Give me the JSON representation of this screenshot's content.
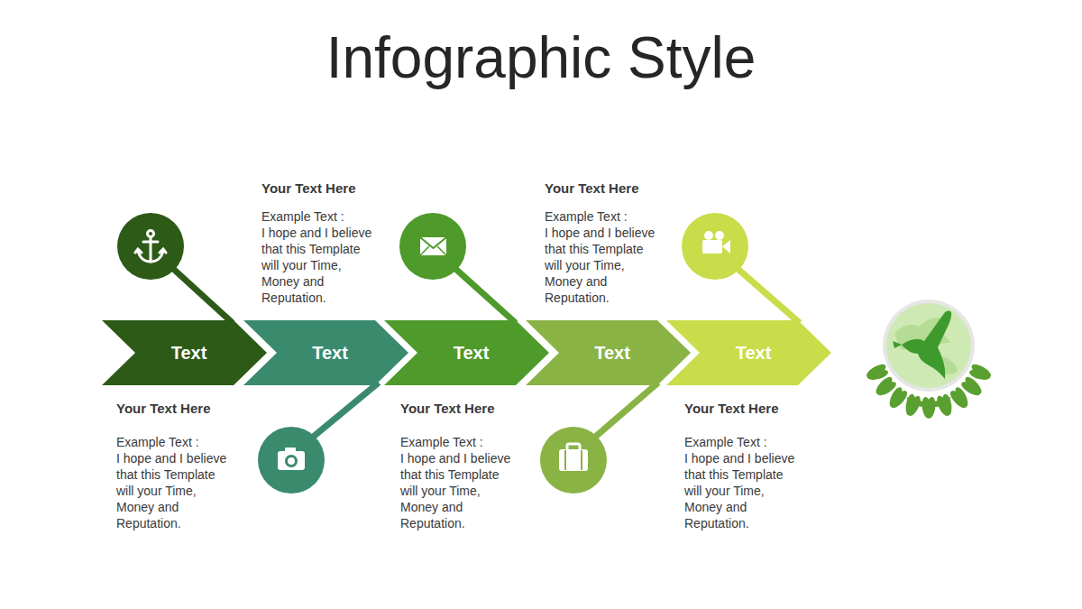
{
  "diagram": {
    "title": "Infographic Style",
    "nodes": [
      {
        "text": [
          "Text"
        ]
      },
      {
        "text": [
          "Text"
        ]
      },
      {
        "text": [
          "Text"
        ]
      },
      {
        "text": [
          "Text"
        ]
      },
      {
        "text": [
          "Text"
        ]
      }
    ],
    "labels": [
      "Your Text  Here",
      "Example Text :",
      "I hope and I believe that this Template will your Time, Money and Reputation.",
      "Your Text  Here",
      "Example Text :",
      "I hope and I believe that this Template will your Time, Money and Reputation.",
      "Your Text  Here",
      "Example Text :",
      "I hope and I believe that this Template will your Time, Money and Reputation.",
      "Your Text  Here",
      "Example Text :",
      "I hope and I believe that this Template will your Time, Money and Reputation.",
      "Your Text  Here",
      "Example Text :",
      "I hope and I believe that this Template will your Time, Money and Reputation."
    ]
  }
}
